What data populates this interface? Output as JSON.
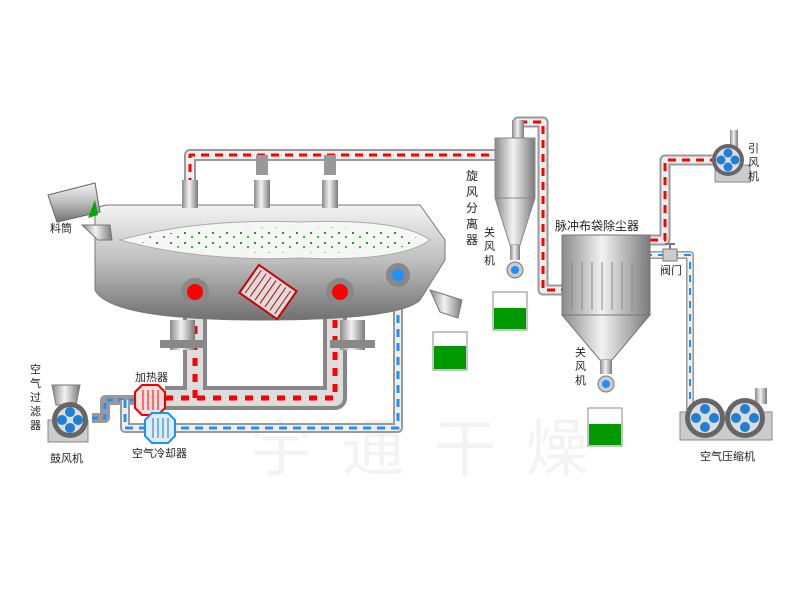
{
  "title": "振动流化床干燥流程",
  "watermark": "宇通干燥",
  "labels": {
    "feed_hopper": "料筒",
    "air_filter": [
      "空",
      "气",
      "过",
      "滤",
      "器"
    ],
    "blower": "鼓风机",
    "heater": "加热器",
    "air_cooler": "空气冷却器",
    "cyclone": [
      "旋",
      "风",
      "分",
      "离",
      "器"
    ],
    "rotary_valve_1": [
      "关",
      "风",
      "机"
    ],
    "bag_filter": "脉冲布袋除尘器",
    "rotary_valve_2": [
      "关",
      "风",
      "机"
    ],
    "induced_fan": [
      "引",
      "风",
      "机"
    ],
    "valve": "阀门",
    "air_compressor": "空气压缩机"
  },
  "colors": {
    "hot": "#ff0000",
    "cold": "#1e90ff",
    "product": "#009900",
    "steel": "#b8b8b8"
  }
}
